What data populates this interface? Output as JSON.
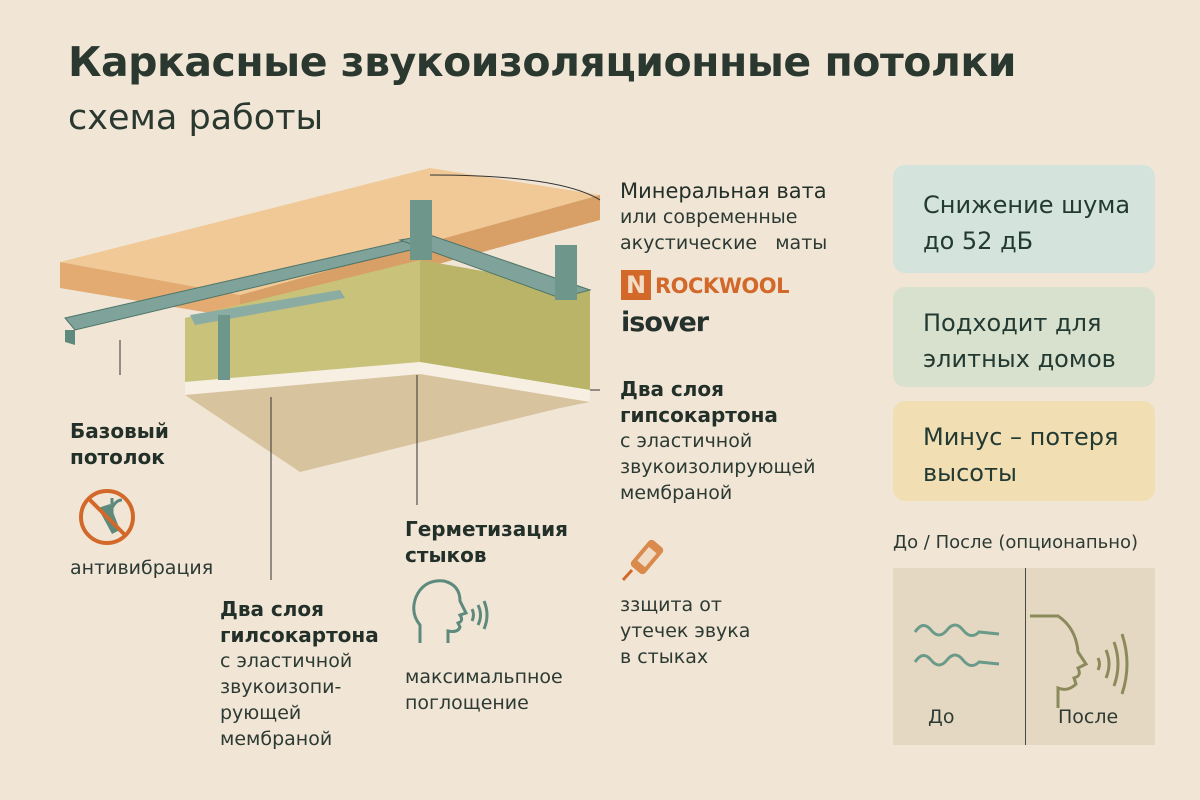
{
  "title": "Каркасные звукоизоляционные потолки",
  "subtitle": "схема работы",
  "callouts": {
    "mineral_wool": {
      "title": "Минеральная вата",
      "text": [
        "или современные",
        "акустические   маты"
      ]
    },
    "brands": {
      "rockwool_mark": "N",
      "rockwool": "ROCKWOOL",
      "isover": "ISOVER"
    },
    "drywall_right": {
      "title": [
        "Два слоя",
        "гипсокартона"
      ],
      "text": [
        "с эластичной",
        "звукоизолирующей",
        "мембраной"
      ]
    },
    "sealant_caption": [
      "ззщита от",
      "утечек эвука",
      "в стыках"
    ],
    "base_ceiling": {
      "title": [
        "Базовый",
        "потолок"
      ],
      "caption": "антивибрация"
    },
    "drywall_left": {
      "title": [
        "Два слоя",
        "гилсокартона"
      ],
      "text": [
        "с эластичной",
        "звукоизопи-",
        "рующей",
        "мембраной"
      ]
    },
    "sealing": {
      "title": [
        "Герметизация",
        "стыков"
      ],
      "caption": [
        "максимальпное",
        "поглощение"
      ]
    }
  },
  "cards": [
    {
      "lines": [
        "Снижение шума",
        "до 52 дБ"
      ],
      "color": "#d4e3dc"
    },
    {
      "lines": [
        "Подходит для",
        "элитных домов"
      ],
      "color": "#d8e1cd"
    },
    {
      "lines": [
        "Минус – потеря",
        "высоты"
      ],
      "color": "#f1dfb3"
    }
  ],
  "before_after": {
    "heading": "До / После (опционапьно)",
    "before": "До",
    "after": "После"
  },
  "colors": {
    "background": "#f1e6d6",
    "accent_orange": "#d2692a",
    "teal": "#5d8a7c",
    "wool": "#c9c27a",
    "slab": "#e8b983"
  }
}
